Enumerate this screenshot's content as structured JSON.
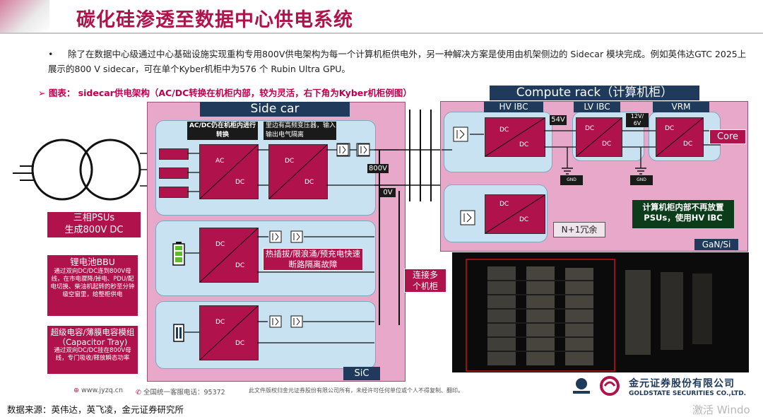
{
  "header": {
    "title": "碳化硅渗透至数据中心供电系统"
  },
  "bullet": {
    "marker": "•",
    "text": "除了在数据中心级通过中心基础设施实现重构专用800V供电架构为每一个计算机柜供电外，另一种解决方案是使用由机架侧边的 Sidecar 模块完成。例如英伟达GTC 2025上展示的800 V sidecar，可在单个Kyber机柜中为576 个 Rubin Ultra GPU。"
  },
  "figure": {
    "caption": "➢ 图表： sidecar供电架构（AC/DC转换在机柜内部，较为灵活，右下角为Kyber机柜例图）",
    "sidecar": {
      "title": "Side car",
      "label_acdc": "AC/DC仍在机柜内进行转换",
      "label_hf": "里边有高频变压器，输入输出电气隔离",
      "label_hotswap": "热插拔/限浪涌/预充电快速断路隔离故障",
      "label_sic": "SiC",
      "ac": "AC",
      "dc": "DC"
    },
    "bus": {
      "v800": "800V",
      "v0": "0V"
    },
    "compute": {
      "title": "Compute rack（计算机柜）",
      "hv_ibc": "HV IBC",
      "lv_ibc": "LV IBC",
      "vrm": "VRM",
      "v54": "54V",
      "v12": "12V/\n6V",
      "core": "Core",
      "gnd": "GND",
      "redundancy": "N+1冗余",
      "note": "计算机柜内部不再放置PSUs，使用HV IBC",
      "gan": "GaN/Si"
    },
    "callouts": {
      "psu": "三相PSUs\n生成800V DC",
      "bbu_title": "锂电池BBU",
      "bbu_desc": "通过双向DC/DC连到800V母线，在市电骤降/掉电、PDU/配电切换、柴油机起转的秒至分钟级空窗里，给整柜供电",
      "cap_title": "超级电容/薄膜电容模组（Capacitor Tray)",
      "cap_desc": "通过双向DC/DC挂在800V母线，专门吸收/释放瞬态功率",
      "connect": "连接多\n个机柜"
    }
  },
  "footer": {
    "website": "www.jyzq.cn",
    "hotline": "全国统一客服电话：95372",
    "copyright": "此文件版权归金元证券股份有限公司所有，未经许可任何单位或个人不得复制、翻印。",
    "company_cn": "金元证券股份有限公司",
    "company_en": "GOLDSTATE SECURITIES CO.,LTD.",
    "source": "数据来源：英伟达，英飞凌，金元证券研究所",
    "watermark": "激活 Windo"
  },
  "colors": {
    "brand": "#b0124b",
    "pink_panel": "#e7a8c9",
    "blue_box": "#c9e2f2",
    "navy": "#1f3a5a"
  }
}
